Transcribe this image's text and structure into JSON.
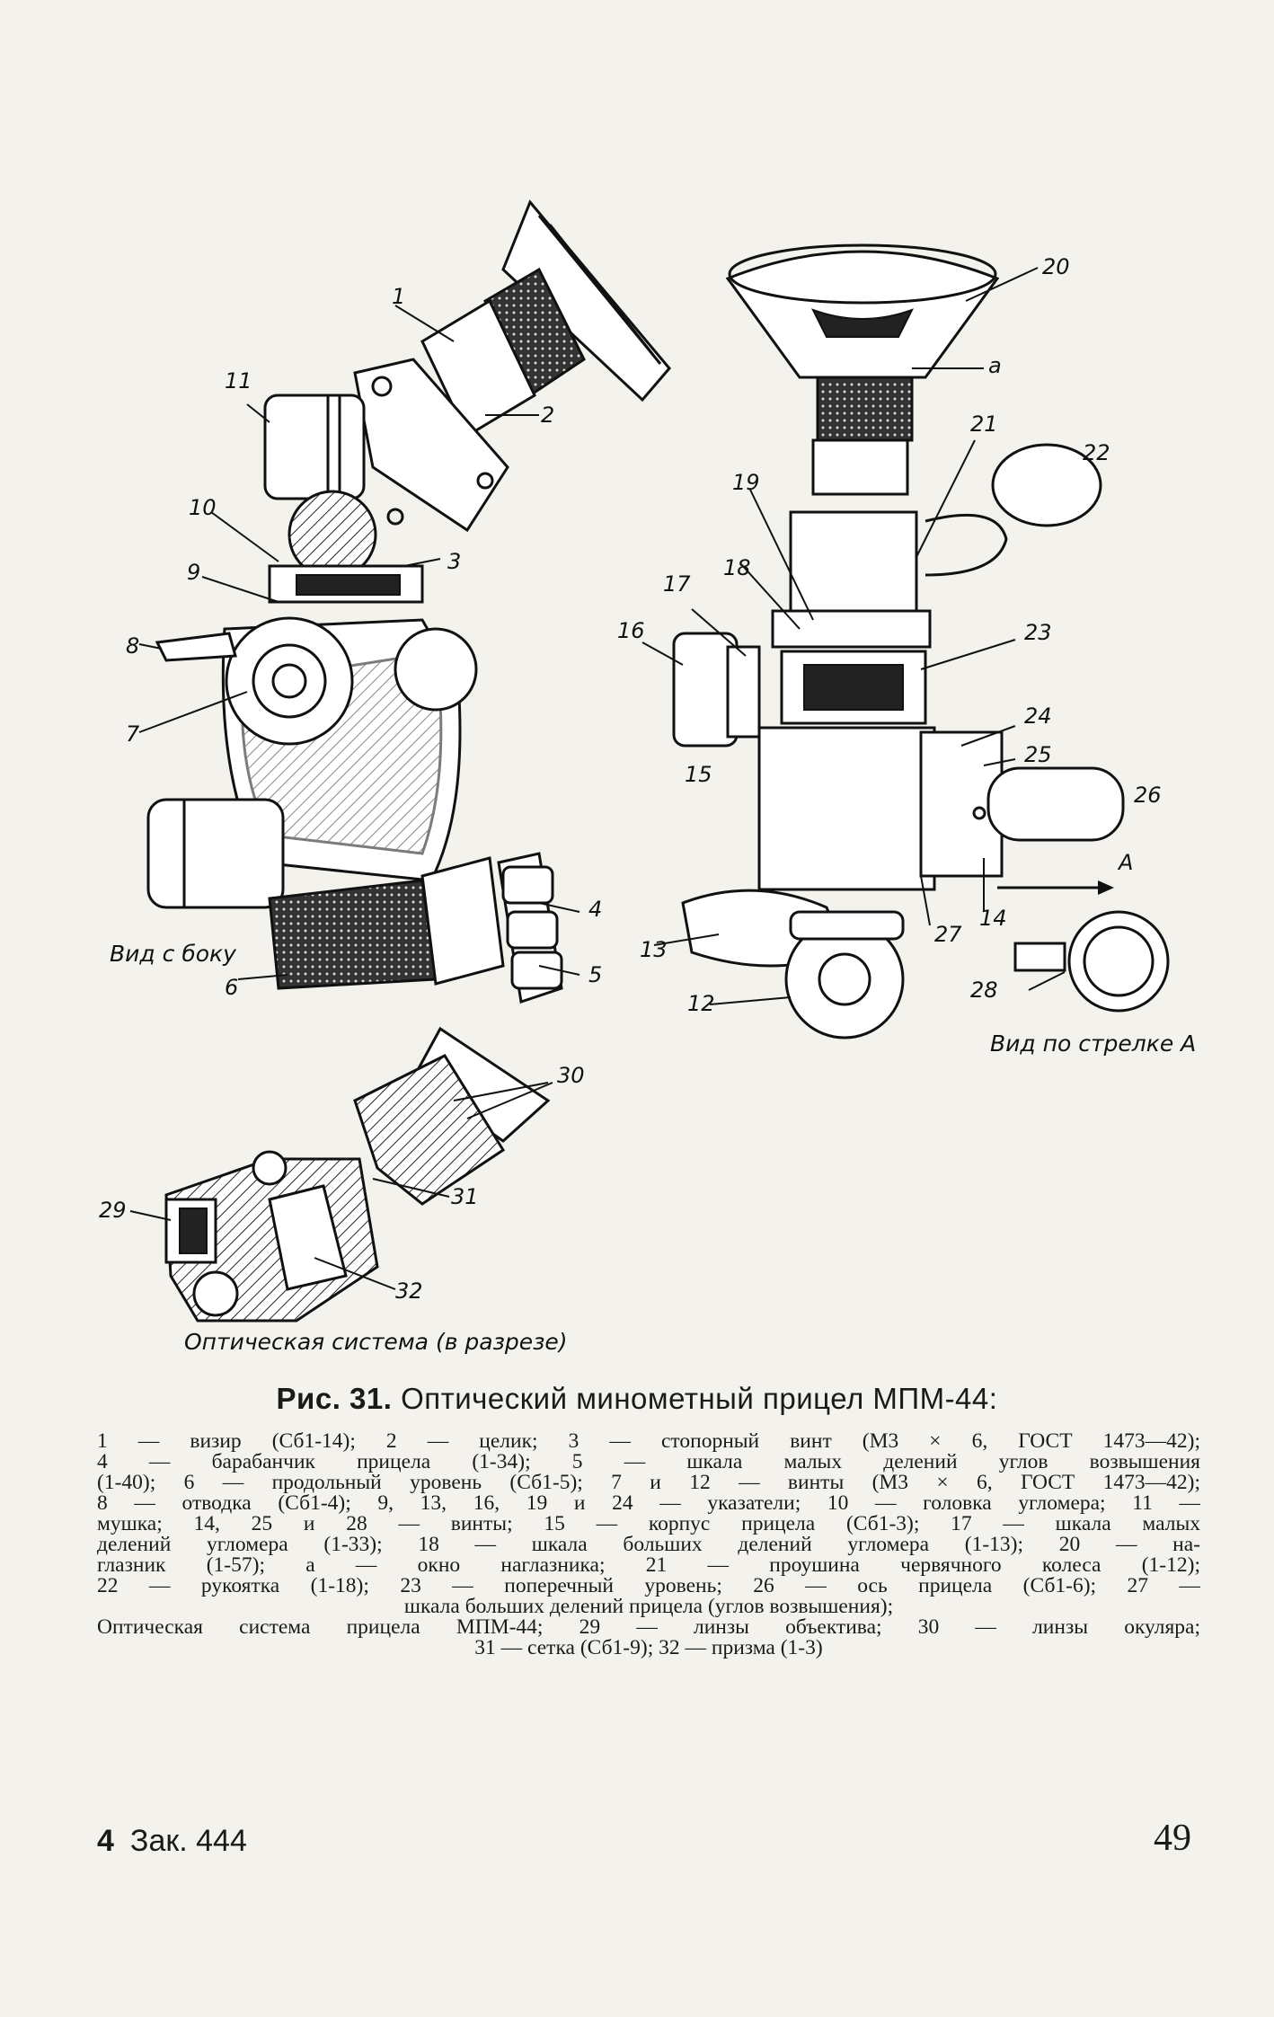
{
  "figure": {
    "view_labels": {
      "side": "Вид с боку",
      "arrow": "Вид по стрелке А",
      "section": "Оптическая система (в разрезе)"
    },
    "callouts": [
      "1",
      "2",
      "3",
      "4",
      "5",
      "6",
      "7",
      "8",
      "9",
      "10",
      "11",
      "12",
      "13",
      "14",
      "15",
      "16",
      "17",
      "18",
      "19",
      "20",
      "21",
      "22",
      "23",
      "24",
      "25",
      "26",
      "27",
      "28",
      "29",
      "30",
      "31",
      "32",
      "a",
      "A"
    ]
  },
  "caption": {
    "number": "Рис. 31.",
    "title": "Оптический минометный прицел МПМ-44:",
    "lines": [
      "1 — визир (Сб1-14); 2 — целик; 3 — стопорный винт (М3 × 6, ГОСТ 1473—42);",
      "4 — барабанчик прицела (1-34); 5 — шкала малых делений углов возвышения",
      "(1-40); 6 — продольный уровень (Сб1-5); 7 и 12 — винты (М3 × 6, ГОСТ 1473—42);",
      "8 — отводка (Сб1-4); 9, 13, 16, 19 и 24 — указатели; 10 — головка угломера; 11 —",
      "мушка; 14, 25 и 28 — винты; 15 — корпус прицела (Сб1-3); 17 — шкала малых",
      "делений угломера (1-33); 18 — шкала больших делений угломера (1-13); 20 — на-",
      "глазник (1-57); а — окно наглазника; 21 — проушина червячного колеса (1-12);",
      "22 — рукоятка (1-18); 23 — поперечный уровень; 26 — ось прицела (Сб1-6); 27 —",
      "шкала больших делений прицела (углов возвышения);",
      "Оптическая система прицела МПМ-44; 29 — линзы объектива; 30 — линзы окуляра;",
      "31 — сетка (Сб1-9); 32 — призма (1-3)"
    ]
  },
  "footer": {
    "sheet": "4",
    "order": "Зак. 444",
    "page_number": "49"
  }
}
